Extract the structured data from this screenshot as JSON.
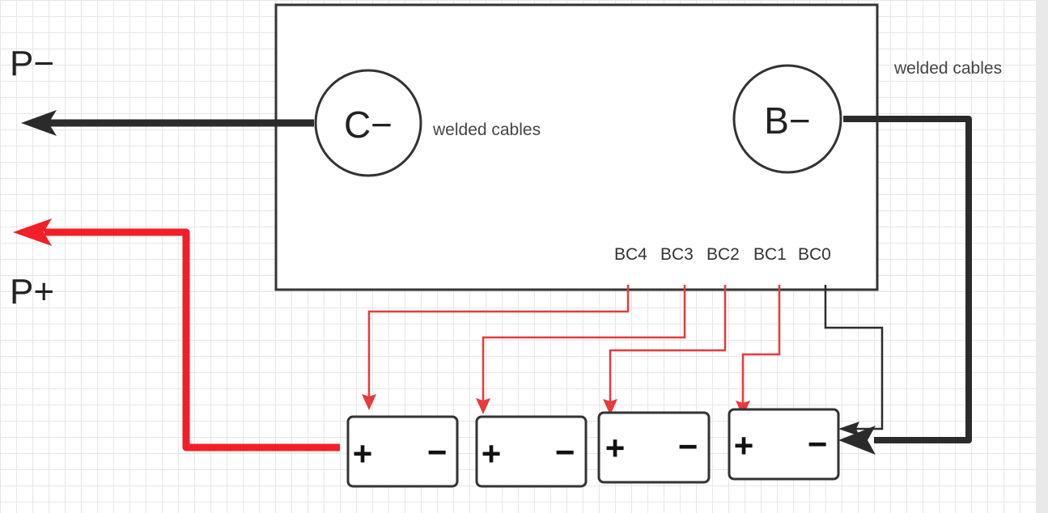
{
  "labels": {
    "p_minus": "P−",
    "p_plus": "P+",
    "c_minus": "C−",
    "b_minus": "B−",
    "welded_left": "welded cables",
    "welded_right": "welded cables"
  },
  "bc_labels": [
    "BC4",
    "BC3",
    "BC2",
    "BC1",
    "BC0"
  ],
  "cells": [
    {
      "plus": "+",
      "minus": "−"
    },
    {
      "plus": "+",
      "minus": "−"
    },
    {
      "plus": "+",
      "minus": "−"
    },
    {
      "plus": "+",
      "minus": "−"
    }
  ],
  "colors": {
    "positive": "#f21f28",
    "negative": "#2b2b2b",
    "balance": "#e8393c",
    "outline": "#333333"
  }
}
